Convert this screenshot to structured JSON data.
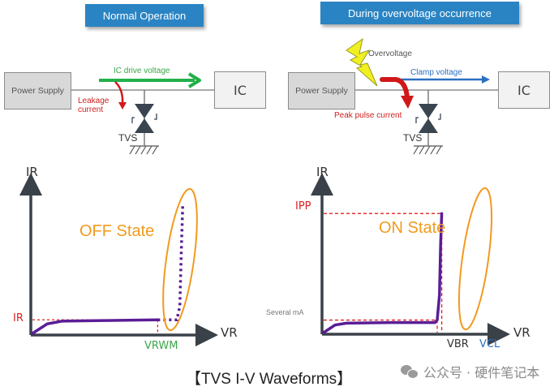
{
  "left_panel": {
    "banner": "Normal Operation",
    "power_supply": "Power Supply",
    "ic": "IC",
    "drive_label": "IC drive voltage",
    "leakage_label_1": "Leakage",
    "leakage_label_2": "current",
    "tvs_label": "TVS"
  },
  "right_panel": {
    "banner": "During overvoltage occurrence",
    "power_supply": "Power Supply",
    "ic": "IC",
    "overvoltage_label": "Overvoltage",
    "clamp_label": "Clamp voltage",
    "peak_label": "Peak pulse current",
    "tvs_label": "TVS"
  },
  "colors": {
    "banner": "#2a84c3",
    "green_arrow": "#22b04a",
    "red": "#e02020",
    "blue_arrow": "#2a6fc0",
    "curve": "#5a1d96",
    "ellipse": "#f29a1e",
    "axis": "#3a4148",
    "vrwm": "#3aa64a",
    "vcl": "#2a6fc0"
  },
  "chart_data": [
    {
      "type": "line",
      "title": "OFF State",
      "xlabel": "VR",
      "ylabel": "IR",
      "annotations": [
        {
          "text": "OFF State",
          "kind": "region-label"
        },
        {
          "text": "IR",
          "kind": "y-marker",
          "color": "#e02020"
        },
        {
          "text": "VRWM",
          "kind": "x-marker",
          "color": "#3aa64a"
        }
      ],
      "series": [
        {
          "name": "I-V curve (solid)",
          "style": "solid",
          "x": [
            0,
            0.1,
            0.2,
            0.5,
            0.85
          ],
          "y": [
            0,
            0.07,
            0.09,
            0.095,
            0.1
          ]
        },
        {
          "name": "I-V curve (dotted breakdown)",
          "style": "dotted",
          "x": [
            0.85,
            0.98,
            1.0,
            1.01,
            1.02
          ],
          "y": [
            0.1,
            0.1,
            0.2,
            0.6,
            0.95
          ]
        }
      ],
      "markers": {
        "IR_y": 0.1,
        "VRWM_x": 0.85
      },
      "xlim": [
        0,
        1.2
      ],
      "ylim": [
        0,
        1.1
      ]
    },
    {
      "type": "line",
      "title": "ON State",
      "xlabel": "VR",
      "ylabel": "IR",
      "annotations": [
        {
          "text": "ON State",
          "kind": "region-label"
        },
        {
          "text": "IPP",
          "kind": "y-marker",
          "color": "#e02020"
        },
        {
          "text": "Several mA",
          "kind": "y-marker",
          "color": "#888888"
        },
        {
          "text": "VBR",
          "kind": "x-marker",
          "color": "#333333"
        },
        {
          "text": "VCL",
          "kind": "x-marker",
          "color": "#2a6fc0"
        }
      ],
      "series": [
        {
          "name": "I-V curve",
          "style": "solid",
          "x": [
            0,
            0.1,
            0.2,
            0.6,
            0.98,
            1.0,
            1.02,
            1.03,
            1.04
          ],
          "y": [
            0,
            0.06,
            0.075,
            0.08,
            0.08,
            0.1,
            0.3,
            0.7,
            0.95
          ]
        }
      ],
      "markers": {
        "several_mA_y": 0.1,
        "IPP_y": 0.95,
        "VBR_x": 1.0,
        "VCL_x": 1.04
      },
      "xlim": [
        0,
        1.2
      ],
      "ylim": [
        0,
        1.1
      ]
    }
  ],
  "caption": "【TVS I-V Waveforms】",
  "watermark": "公众号 · 硬件笔记本"
}
